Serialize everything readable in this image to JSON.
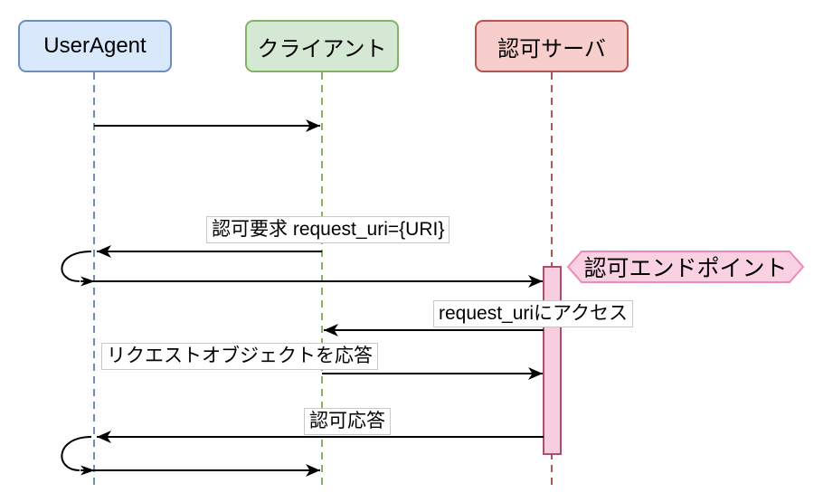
{
  "diagram": {
    "type": "sequence-diagram",
    "participants": [
      {
        "id": "useragent",
        "label": "UserAgent",
        "fill": "#dae8fc",
        "stroke": "#6c8ebf"
      },
      {
        "id": "client",
        "label": "クライアント",
        "fill": "#d5e8d4",
        "stroke": "#82b366"
      },
      {
        "id": "auth-server",
        "label": "認可サーバ",
        "fill": "#f8cecc",
        "stroke": "#b85450"
      }
    ],
    "messages": [
      {
        "from": "UserAgent",
        "to": "クライアント",
        "label": ""
      },
      {
        "from": "クライアント",
        "to": "UserAgent",
        "label": "認可要求 request_uri={URI}"
      },
      {
        "from": "UserAgent",
        "to": "認可サーバ",
        "label": ""
      },
      {
        "from": "認可サーバ",
        "to": "クライアント",
        "label": "request_uriにアクセス"
      },
      {
        "from": "クライアント",
        "to": "認可サーバ",
        "label": "リクエストオブジェクトを応答"
      },
      {
        "from": "認可サーバ",
        "to": "UserAgent",
        "label": "認可応答"
      },
      {
        "from": "UserAgent",
        "to": "クライアント",
        "label": ""
      }
    ],
    "endpoint_note": {
      "label": "認可エンドポイント",
      "fill": "#fad1e3",
      "stroke": "#e98cba"
    },
    "activation_bar": {
      "fill": "#f9cde0",
      "stroke": "#a8506e"
    },
    "colors": {
      "arrow": "#000000",
      "label_background": "#ffffff",
      "label_border": "#c9c9c9"
    }
  }
}
